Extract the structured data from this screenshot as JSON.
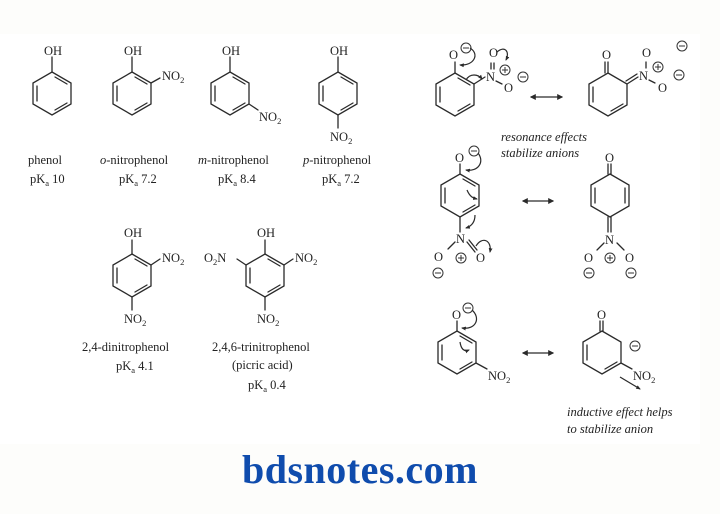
{
  "left_panel": {
    "compounds_row1": [
      {
        "name": "phenol",
        "prefix": "",
        "rest": "phenol",
        "pka_label": "pK",
        "pka_sub": "a",
        "pka_value": "10",
        "substituents": [
          "OH"
        ]
      },
      {
        "name": "o-nitrophenol",
        "prefix": "o",
        "rest": "-nitrophenol",
        "pka_label": "pK",
        "pka_sub": "a",
        "pka_value": "7.2",
        "substituents": [
          "OH",
          "NO2"
        ]
      },
      {
        "name": "m-nitrophenol",
        "prefix": "m",
        "rest": "-nitrophenol",
        "pka_label": "pK",
        "pka_sub": "a",
        "pka_value": "8.4",
        "substituents": [
          "OH",
          "NO2"
        ]
      },
      {
        "name": "p-nitrophenol",
        "prefix": "p",
        "rest": "-nitrophenol",
        "pka_label": "pK",
        "pka_sub": "a",
        "pka_value": "7.2",
        "substituents": [
          "OH",
          "NO2"
        ]
      }
    ],
    "compounds_row2": [
      {
        "name": "2,4-dinitrophenol",
        "pka_label": "pK",
        "pka_sub": "a",
        "pka_value": "4.1",
        "substituents": [
          "OH",
          "NO2",
          "NO2"
        ]
      },
      {
        "name": "2,4,6-trinitrophenol",
        "alt_name": "(picric acid)",
        "pka_label": "pK",
        "pka_sub": "a",
        "pka_value": "0.4",
        "substituents": [
          "OH",
          "O2N",
          "NO2",
          "NO2"
        ]
      }
    ],
    "atoms": {
      "OH": "OH",
      "N": "N",
      "O": "O",
      "NO": "NO",
      "two": "2",
      "O2N_O": "O",
      "O2N_N": "N"
    }
  },
  "right_panel": {
    "rows": [
      {
        "id": "ortho-resonance",
        "left": "o-nitrophenoxide",
        "right": "quinonoid nitronate (ortho)",
        "arrow": "resonance"
      },
      {
        "id": "para-resonance",
        "left": "p-nitrophenoxide",
        "right": "quinonoid nitronate (para)",
        "arrow": "resonance"
      },
      {
        "id": "meta-inductive",
        "left": "m-nitrophenoxide",
        "right": "carbanion adjacent to NO2",
        "arrow": "resonance"
      }
    ],
    "notes": {
      "resonance_line1": "resonance effects",
      "resonance_line2": "stabilize anions",
      "inductive_line1": "inductive effect helps",
      "inductive_line2": "to stabilize anion"
    },
    "charges": {
      "minus": "−",
      "plus": "+"
    }
  },
  "watermark": {
    "text": "bdsnotes.com",
    "color": "#0f4cad"
  }
}
